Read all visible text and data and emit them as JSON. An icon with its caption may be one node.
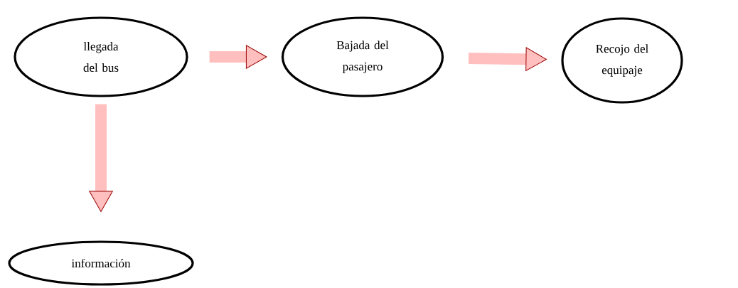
{
  "diagram": {
    "nodes": [
      {
        "text": [
          "llegada del bus"
        ]
      },
      {
        "text": [
          "Bajada del pasajero"
        ]
      },
      {
        "text": [
          "Recojo del equipaje"
        ]
      },
      {
        "text": [
          "información"
        ]
      }
    ],
    "edges": [
      {
        "from": 0,
        "to": 1,
        "arrow": "to"
      },
      {
        "from": 1,
        "to": 2,
        "arrow": "to"
      },
      {
        "from": 0,
        "to": 3,
        "arrow": "to"
      }
    ]
  }
}
